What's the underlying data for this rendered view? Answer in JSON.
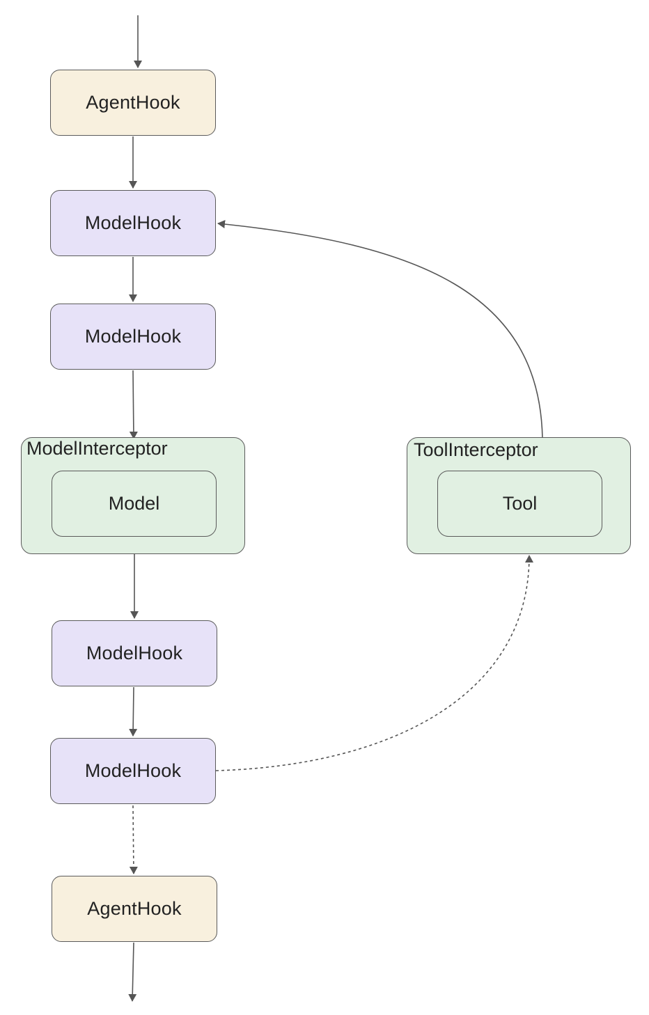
{
  "colors": {
    "agent_hook_fill": "#f8f0de",
    "model_hook_fill": "#e7e2f8",
    "interceptor_fill": "#e1f0e2",
    "edge": "#555555"
  },
  "nodes": {
    "agent_hook_top": "AgentHook",
    "model_hook_1": "ModelHook",
    "model_hook_2": "ModelHook",
    "model_interceptor": {
      "title": "ModelInterceptor",
      "inner": "Model"
    },
    "tool_interceptor": {
      "title": "ToolInterceptor",
      "inner": "Tool"
    },
    "model_hook_3": "ModelHook",
    "model_hook_4": "ModelHook",
    "agent_hook_bottom": "AgentHook"
  },
  "edges": [
    {
      "from": "entry",
      "to": "agent_hook_top",
      "style": "solid"
    },
    {
      "from": "agent_hook_top",
      "to": "model_hook_1",
      "style": "solid"
    },
    {
      "from": "model_hook_1",
      "to": "model_hook_2",
      "style": "solid"
    },
    {
      "from": "model_hook_2",
      "to": "model_interceptor",
      "style": "solid"
    },
    {
      "from": "model_interceptor",
      "to": "model_hook_3",
      "style": "solid"
    },
    {
      "from": "model_hook_3",
      "to": "model_hook_4",
      "style": "solid"
    },
    {
      "from": "model_hook_4",
      "to": "agent_hook_bottom",
      "style": "dashed"
    },
    {
      "from": "agent_hook_bottom",
      "to": "exit",
      "style": "solid"
    },
    {
      "from": "model_hook_4",
      "to": "tool_interceptor",
      "style": "dashed"
    },
    {
      "from": "tool_interceptor",
      "to": "model_hook_1",
      "style": "solid"
    }
  ]
}
